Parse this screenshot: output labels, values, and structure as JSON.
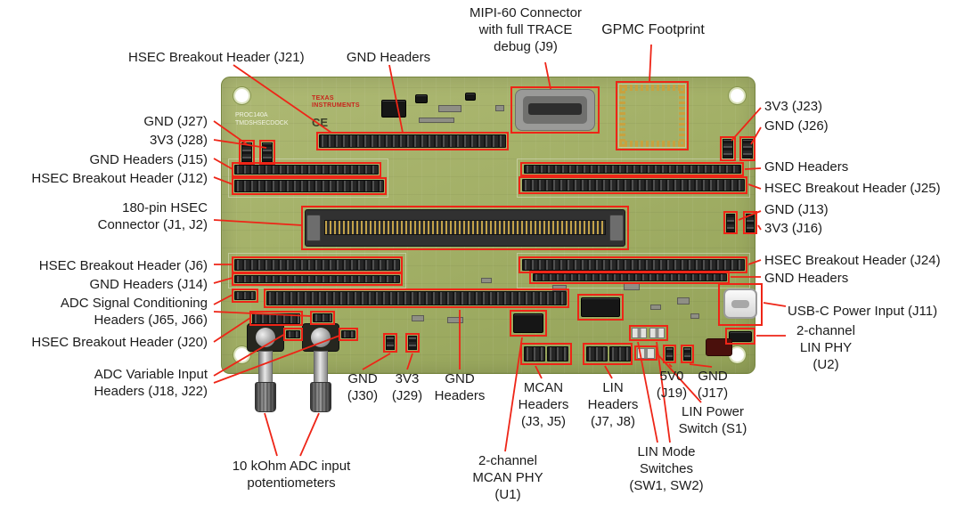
{
  "colors": {
    "accent": "#ee2517",
    "board_green": "#a3b067"
  },
  "silkscreen": {
    "brand": "TEXAS\nINSTRUMENTS",
    "part": "PROC140A\nTMDSHSECDOCK",
    "ce": "CE"
  },
  "callouts": {
    "mipi60": "MIPI-60 Connector\nwith full TRACE\ndebug (J9)",
    "gpmc": "GPMC Footprint",
    "hsec_j21": "HSEC Breakout Header (J21)",
    "gnd_headers_top": "GND Headers",
    "gnd_j27": "GND (J27)",
    "v3_j28": "3V3 (J28)",
    "gnd_headers_j15": "GND Headers (J15)",
    "hsec_j12": "HSEC Breakout Header (J12)",
    "hsec_180": "180-pin HSEC\nConnector (J1, J2)",
    "hsec_j6": "HSEC Breakout Header (J6)",
    "gnd_headers_j14": "GND Headers (J14)",
    "adc_cond": "ADC Signal Conditioning\nHeaders (J65, J66)",
    "hsec_j20": "HSEC Breakout Header (J20)",
    "adc_var": "ADC Variable Input\nHeaders (J18, J22)",
    "pots": "10 kOhm ADC input\npotentiometers",
    "gnd_j30": "GND\n(J30)",
    "v3_j29": "3V3\n(J29)",
    "gnd_headers_bottom": "GND\nHeaders",
    "mcan_headers": "MCAN\nHeaders\n(J3, J5)",
    "lin_headers": "LIN\nHeaders\n(J7, J8)",
    "mcan_phy": "2-channel\nMCAN PHY\n(U1)",
    "lin_mode": "LIN Mode\nSwitches\n(SW1, SW2)",
    "lin_power": "LIN Power\nSwitch (S1)",
    "v5_j19": "5V0\n(J19)",
    "gnd_j17": "GND\n(J17)",
    "v3_j23": "3V3 (J23)",
    "gnd_j26": "GND (J26)",
    "gnd_headers_right_top": "GND Headers",
    "hsec_j25": "HSEC Breakout Header (J25)",
    "gnd_j13": "GND (J13)",
    "v3_j16": "3V3 (J16)",
    "hsec_j24": "HSEC Breakout Header (J24)",
    "gnd_headers_right_bottom": "GND Headers",
    "usbc": "USB-C Power Input (J11)",
    "lin_phy": "2-channel\nLIN PHY\n(U2)"
  }
}
